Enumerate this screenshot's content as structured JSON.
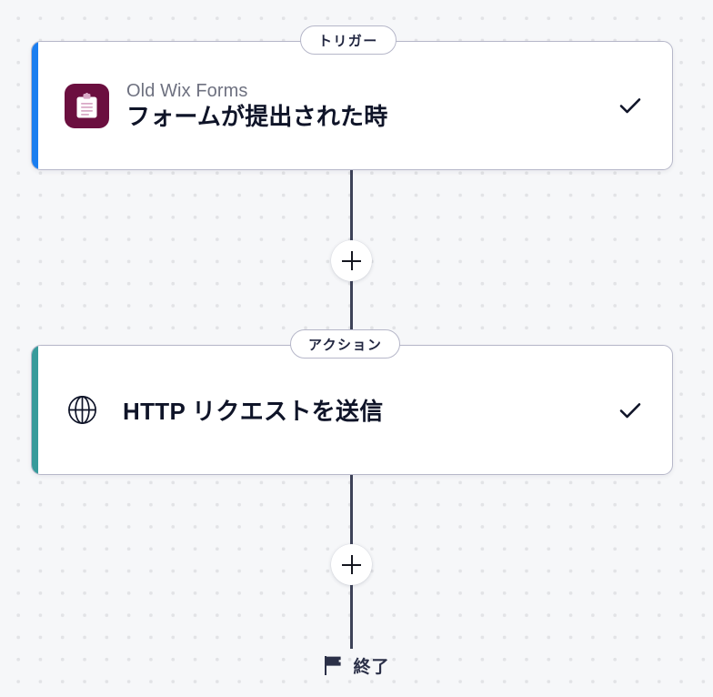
{
  "canvas": {
    "background_color": "#f6f7f9",
    "dot_color": "#e2e3e6",
    "connector_color": "#3d4258"
  },
  "nodes": [
    {
      "badge": "トリガー",
      "accent_color": "#1a7ef0",
      "icon": "clipboard-icon",
      "icon_background": "#6b0f3f",
      "app_name": "Old Wix Forms",
      "title": "フォームが提出された時",
      "status_icon": "check-icon",
      "status_color": "#0f1428"
    },
    {
      "badge": "アクション",
      "accent_color": "#389b9b",
      "icon": "globe-icon",
      "app_name": "",
      "title": "HTTP リクエストを送信",
      "status_icon": "check-icon",
      "status_color": "#0f1428"
    }
  ],
  "add_buttons": [
    {
      "name": "add-step-button-1",
      "icon": "plus-icon"
    },
    {
      "name": "add-step-button-2",
      "icon": "plus-icon"
    }
  ],
  "end_marker": {
    "icon": "flag-icon",
    "label": "終了",
    "color": "#2b3048"
  }
}
